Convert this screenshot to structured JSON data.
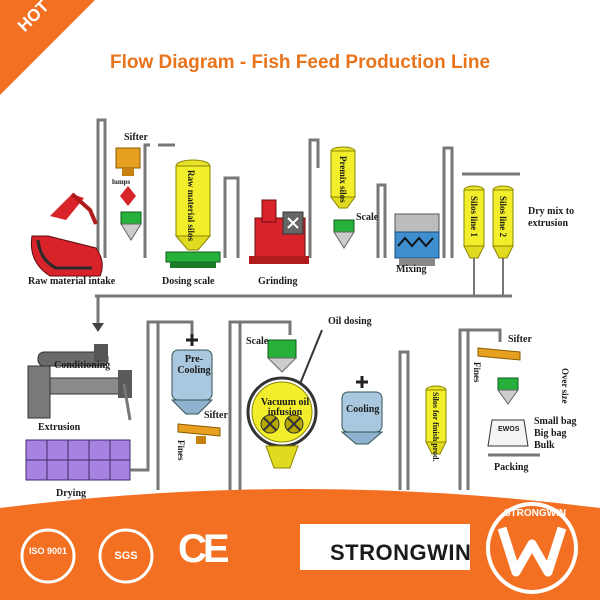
{
  "badge": {
    "text": "HOT"
  },
  "title": "Flow Diagram - Fish Feed Production Line",
  "labels": {
    "raw_material_intake": "Raw material  intake",
    "sifter_top": "Sifter",
    "lumps": "lumps",
    "dosing_scale": "Dosing scale",
    "raw_material_silos": "Raw material silos",
    "grinding": "Grinding",
    "premix_silos": "Premix silos",
    "scale_top": "Scale",
    "mixing": "Mixing",
    "silos_line_1": "Silos line 1",
    "silos_line_2": "Silos line 2",
    "dry_mix": "Dry mix to extrusion",
    "conditioning": "Conditioning",
    "extrusion": "Extrusion",
    "drying": "Drying",
    "pre_cooling": "Pre- Cooling",
    "sifter_mid": "Sifter",
    "fines_mid": "Fines",
    "scale_mid": "Scale",
    "oil_dosing": "Oil dosing",
    "vacuum_oil": "Vacuum oil infusion",
    "cooling": "Cooling",
    "silos_finish": "Silos for finish prod.",
    "sifter_right": "Sifter",
    "fines_right": "Fines",
    "over_size": "Over size",
    "small_bag": "Small bag",
    "big_bag": "Big bag",
    "bulk": "Bulk",
    "packing": "Packing",
    "bag_text": "EWOS"
  },
  "footer": {
    "brand": "STRONGWIN",
    "logo_brand": "STRONGWIN",
    "iso_text": "ISO 9001",
    "sgs_text": "SGS",
    "ce_text": "CE"
  },
  "colors": {
    "accent_orange": "#f36f21",
    "title_orange": "#e8741c",
    "silo_yellow": "#f2ee2b",
    "machine_green": "#27b13a",
    "pipe_gray": "#777777",
    "dryer_purple": "#a782e0",
    "steel_blue": "#a9c8df"
  }
}
